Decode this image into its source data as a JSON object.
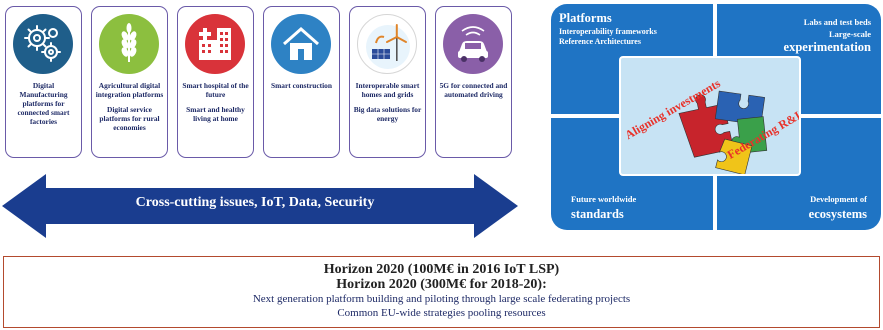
{
  "cards": [
    {
      "title": "Digital Manufacturing platforms for connected smart factories",
      "sub": "",
      "icon": "gears-icon",
      "color": "#1f5e8a"
    },
    {
      "title": "Agricultural digital integration platforms",
      "sub": "Digital service platforms for rural economies",
      "icon": "wheat-icon",
      "color": "#8cbf3f"
    },
    {
      "title": "Smart hospital of the future",
      "sub": "Smart and healthy living at home",
      "icon": "hospital-icon",
      "color": "#d9333a"
    },
    {
      "title": "Smart construction",
      "sub": "",
      "icon": "house-icon",
      "color": "#2e82c4"
    },
    {
      "title": "Interoperable smart homes and grids",
      "sub": "Big data solutions for energy",
      "icon": "wind-turbine-icon",
      "color": "#ffffff"
    },
    {
      "title": "5G for connected and automated driving",
      "sub": "",
      "icon": "connected-car-icon",
      "color": "#8a5fa8"
    }
  ],
  "arrow": {
    "label": "Cross-cutting issues, IoT, Data, Security",
    "color": "#1a3d8f"
  },
  "panel": {
    "color": "#1f74c4",
    "tl_title": "Platforms",
    "tl_l1": "Interoperability frameworks",
    "tl_l2": "Reference Architectures",
    "tr_l1": "Labs and test beds",
    "tr_l2": "Large-scale",
    "tr_big": "experimentation",
    "bl_l1": "Future worldwide",
    "bl_big": "standards",
    "br_l1": "Development of",
    "br_big": "ecosystems",
    "center_t1": "Aligning investments",
    "center_t2": "Federating R&I",
    "puzzle_icon": "puzzle-pieces-icon"
  },
  "bottom": {
    "l1": "Horizon 2020 (100M€ in 2016 IoT LSP)",
    "l2": "Horizon 2020 (300M€ for 2018-20):",
    "l3": "Next generation platform building and piloting through large scale federating projects",
    "l4": "Common EU-wide strategies pooling resources"
  }
}
